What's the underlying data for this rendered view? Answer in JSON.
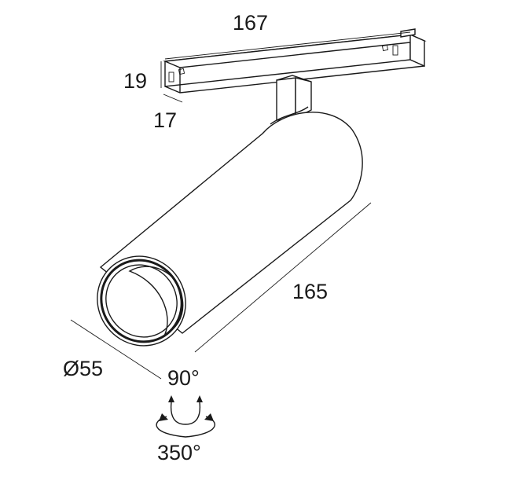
{
  "dimensions": {
    "track_length": "167",
    "adapter_height": "19",
    "adapter_depth": "17",
    "body_length": "165",
    "body_diameter": "Ø55",
    "tilt_angle": "90°",
    "rotation_angle": "350°"
  }
}
